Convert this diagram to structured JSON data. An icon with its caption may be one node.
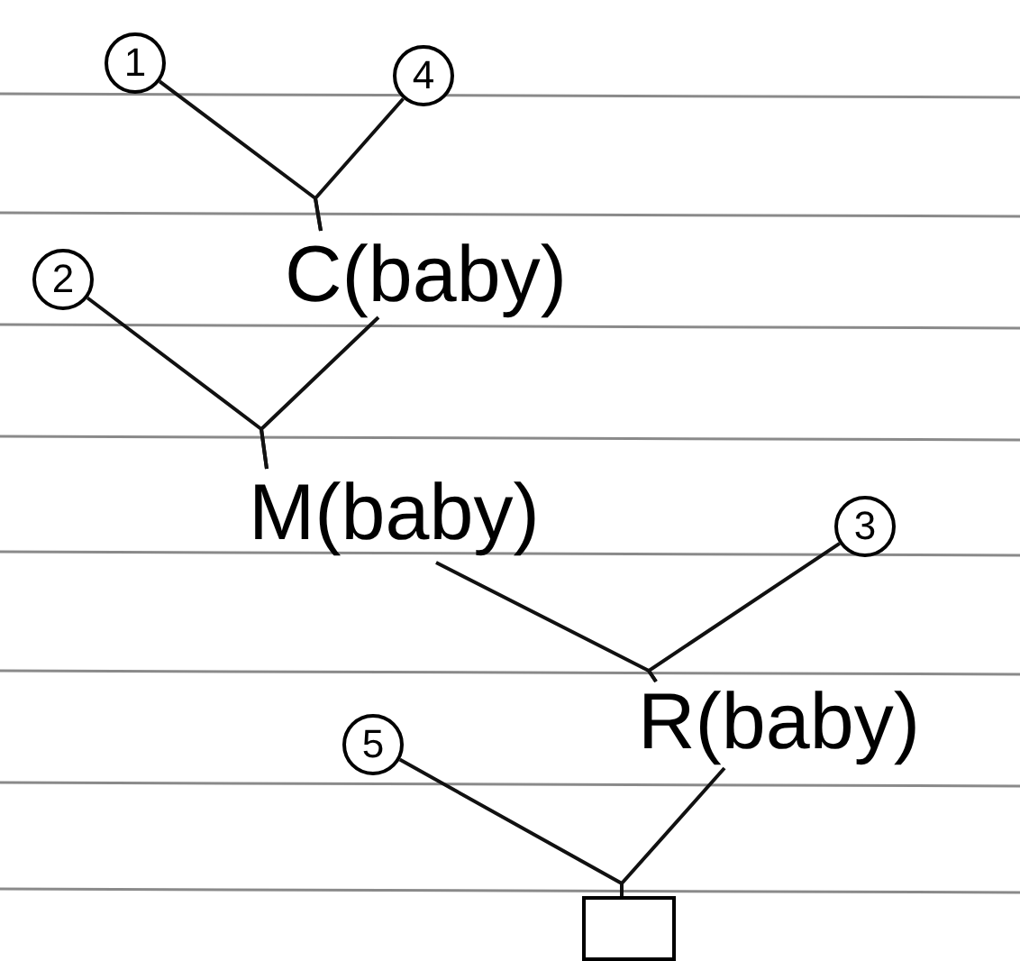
{
  "diagram": {
    "nodes": [
      {
        "text": [
          "1"
        ]
      },
      {
        "text": [
          "4"
        ]
      },
      {
        "text": [
          "C(baby)"
        ]
      },
      {
        "text": [
          "2"
        ]
      },
      {
        "text": [
          "M(baby)"
        ]
      },
      {
        "text": [
          "3"
        ]
      },
      {
        "text": [
          "R(baby)"
        ]
      },
      {
        "text": [
          "5"
        ]
      },
      {
        "text": [],
        "shape": "box"
      }
    ],
    "edges": [
      {
        "from": 0,
        "to": 2,
        "arrow": "none"
      },
      {
        "from": 1,
        "to": 2,
        "arrow": "none"
      },
      {
        "from": 3,
        "to": 4,
        "arrow": "none"
      },
      {
        "from": 2,
        "to": 4,
        "arrow": "none"
      },
      {
        "from": 4,
        "to": 6,
        "arrow": "none"
      },
      {
        "from": 5,
        "to": 6,
        "arrow": "none"
      },
      {
        "from": 7,
        "to": 8,
        "arrow": "none"
      },
      {
        "from": 6,
        "to": 8,
        "arrow": "none"
      }
    ]
  }
}
